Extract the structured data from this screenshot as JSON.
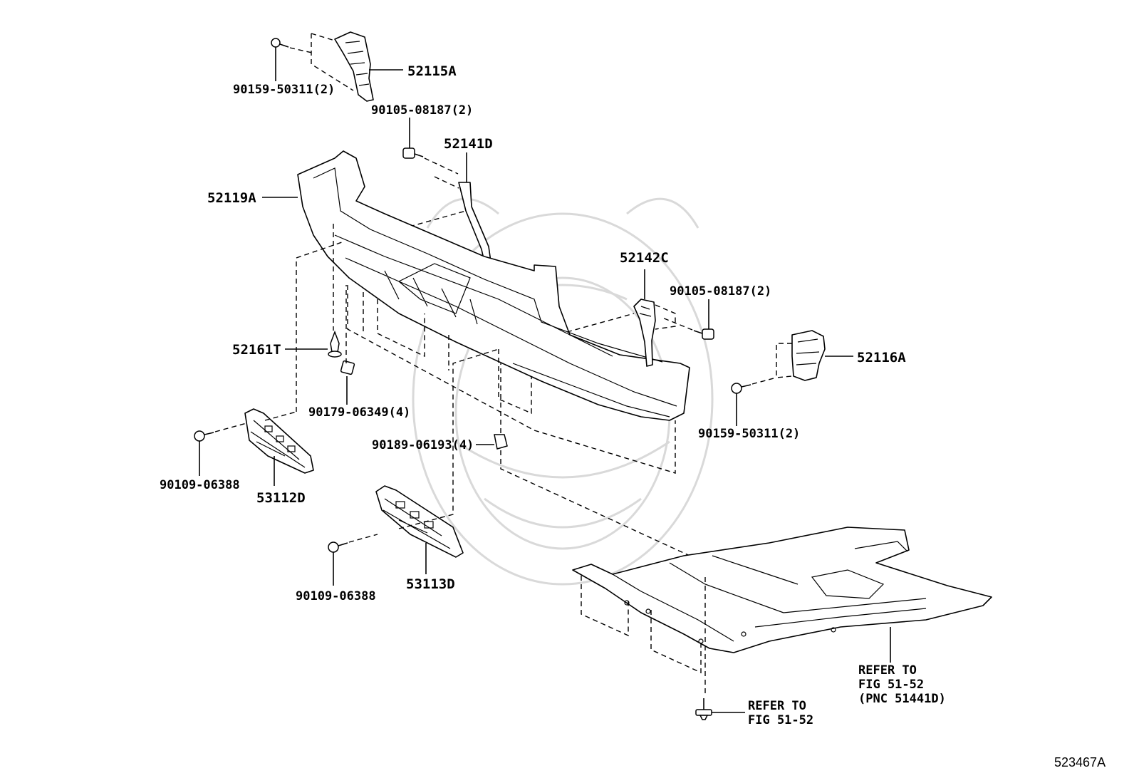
{
  "labels": {
    "p52115A": "52115A",
    "p90159_top": "90159-50311(2)",
    "p90105_top": "90105-08187(2)",
    "p52141D": "52141D",
    "p52119A": "52119A",
    "p52142C": "52142C",
    "p90105_right": "90105-08187(2)",
    "p52116A": "52116A",
    "p90159_right": "90159-50311(2)",
    "p52161T": "52161T",
    "p90179": "90179-06349(4)",
    "p90189": "90189-06193(4)",
    "p90109_left": "90109-06388",
    "p53112D": "53112D",
    "p90109_bottom": "90109-06388",
    "p53113D": "53113D",
    "refer_bolt_1": "REFER TO",
    "refer_bolt_2": "FIG 51-52",
    "refer_cover_1": "REFER TO",
    "refer_cover_2": "FIG 51-52",
    "refer_cover_3": "(PNC 51441D)"
  },
  "figure_code": "523467A"
}
